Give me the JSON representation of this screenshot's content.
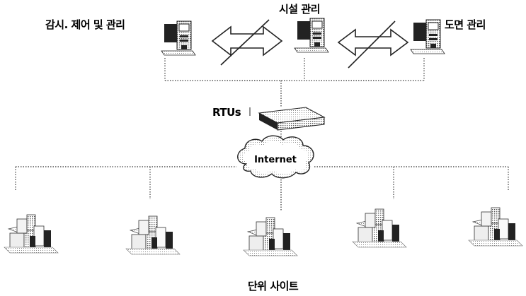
{
  "labels": {
    "left_station": "감시. 제어 및 관리",
    "center_station": "시설 관리",
    "right_station": "도면 관리",
    "rtu": "RTUs",
    "cloud": "Internet",
    "bottom": "단위 사이트"
  },
  "icons": {
    "workstation": "workstation-icon",
    "rtu": "rtu-device-icon",
    "cloud": "internet-cloud-icon",
    "site": "building-site-icon",
    "link": "bidirectional-wireless-arrow-icon"
  },
  "colors": {
    "line": "#111111",
    "fill": "#ffffff",
    "shade": "#555555"
  }
}
